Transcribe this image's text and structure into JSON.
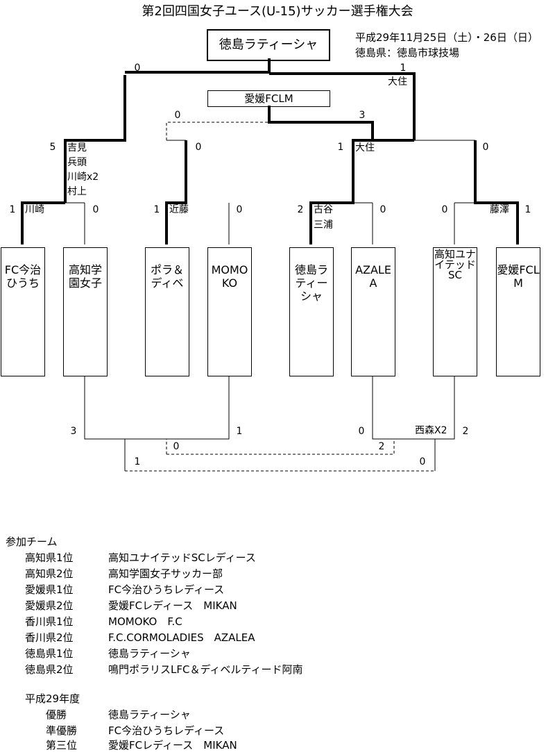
{
  "title": "第2回四国女子ユース(U-15)サッカー選手権大会",
  "champion_box": "徳島ラティーシャ",
  "third_box": "愛媛FCLM",
  "meta": {
    "date": "平成29年11月25日（土）・26日（日）",
    "venue": "徳島県：徳島市球技場"
  },
  "teams": [
    "FC今治ひうち",
    "高知学園女子",
    "ポラ＆ディベ",
    "MOMOKO",
    "徳島ラティーシャ",
    "AZALEA",
    "高知ユナイテッドSC",
    "愛媛FCLM"
  ],
  "scores": {
    "final_left": "0",
    "final_right": "1",
    "third_left": "0",
    "third_right": "3",
    "sf1_left": "5",
    "sf1_right": "0",
    "sf2_left": "1",
    "sf2_right": "0",
    "qf1_left": "1",
    "qf1_right": "0",
    "qf2_left": "1",
    "qf2_right": "0",
    "qf3_left": "2",
    "qf3_right": "0",
    "qf4_left": "0",
    "qf4_right": "1",
    "cons_a_left": "3",
    "cons_a_right": "1",
    "cons_b_left": "0",
    "cons_b_right": "2",
    "cons_c_left": "0",
    "cons_c_right": "2",
    "cons_d_left": "1",
    "cons_d_right": "0"
  },
  "scorers": {
    "final": "大住",
    "sf1": [
      "吉見",
      "兵頭",
      "川崎x2",
      "村上"
    ],
    "sf2": "大住",
    "qf1": "川崎",
    "qf2": "近藤",
    "qf3": [
      "古谷",
      "三浦"
    ],
    "qf4": "藤澤",
    "cons_b": "西森X2"
  },
  "participants": {
    "heading": "参加チーム",
    "rows": [
      {
        "rank": "高知県1位",
        "team": "高知ユナイテッドSCレディース"
      },
      {
        "rank": "高知県2位",
        "team": "高知学園女子サッカー部"
      },
      {
        "rank": "愛媛県1位",
        "team": "FC今治ひうちレディース"
      },
      {
        "rank": "愛媛県2位",
        "team": "愛媛FCレディース　MIKAN"
      },
      {
        "rank": "香川県1位",
        "team": "MOMOKO　F.C"
      },
      {
        "rank": "香川県2位",
        "team": "F.C.CORMOLADIES　AZALEA"
      },
      {
        "rank": "徳島県1位",
        "team": "徳島ラティーシャ"
      },
      {
        "rank": "徳島県2位",
        "team": "鳴門ポラリスLFC＆ディベルティード阿南"
      }
    ]
  },
  "results": {
    "heading": "平成29年度",
    "rows": [
      {
        "rank": "優勝",
        "team": "徳島ラティーシャ"
      },
      {
        "rank": "準優勝",
        "team": "FC今治ひうちレディース"
      },
      {
        "rank": "第三位",
        "team": "愛媛FCレディース　MIKAN"
      }
    ]
  }
}
